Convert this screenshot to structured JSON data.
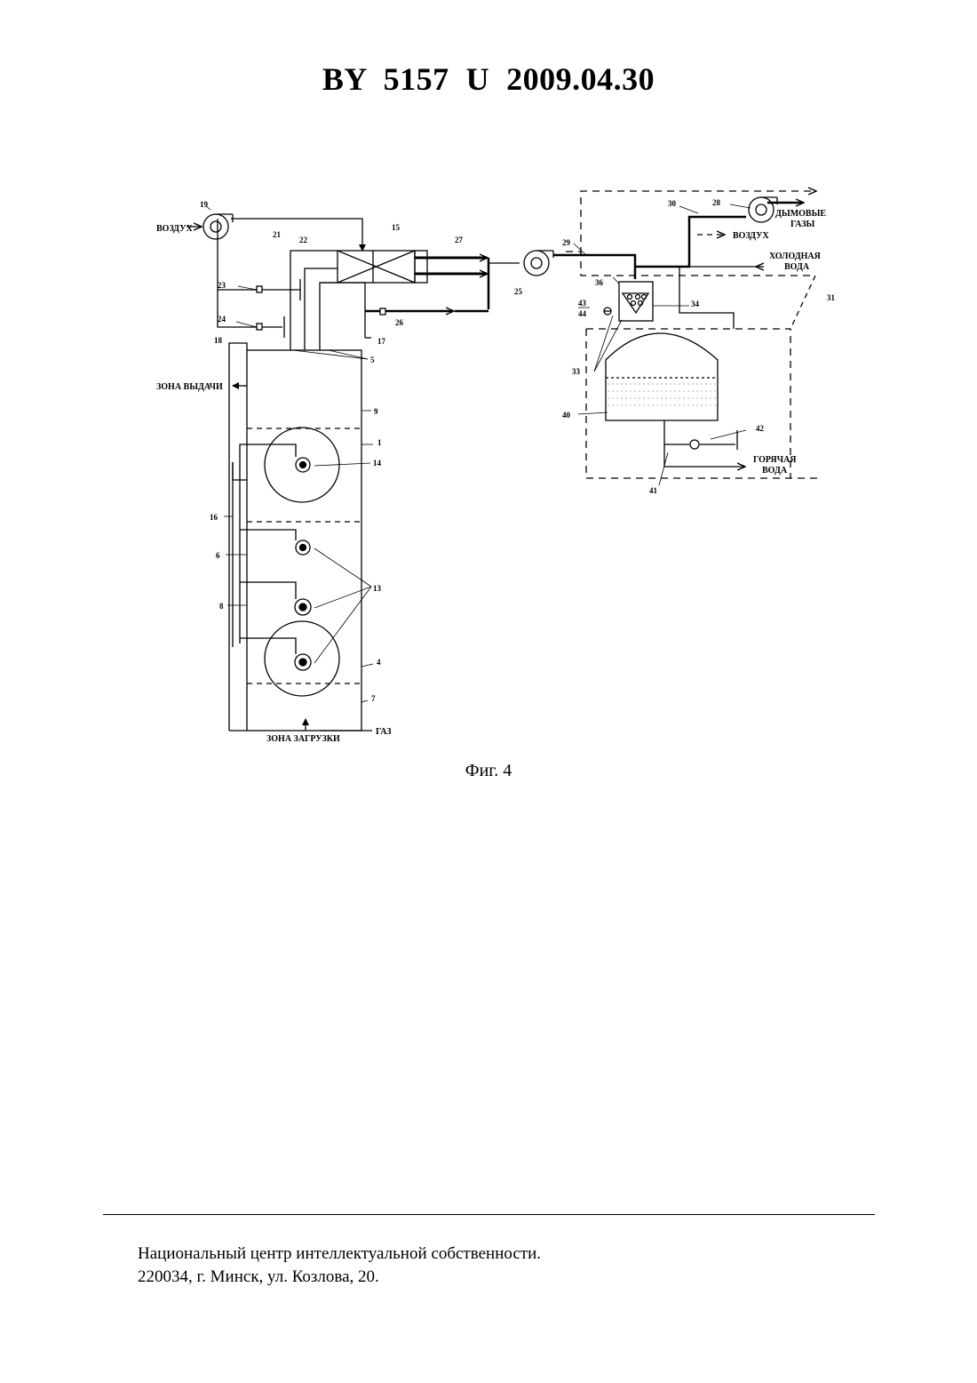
{
  "document": {
    "header": "BY  5157  U  2009.04.30",
    "caption": "Фиг. 4",
    "footer_line1": "Национальный центр интеллектуальной собственности.",
    "footer_line2": "220034, г. Минск, ул. Козлова, 20."
  },
  "figure": {
    "labels": {
      "vozduh_left": "ВОЗДУХ",
      "vozduh_right": "ВОЗДУХ",
      "zona_vydachi": "ЗОНА ВЫДАЧИ",
      "zona_zagruzki": "ЗОНА ЗАГРУЗКИ",
      "gaz": "ГАЗ",
      "dymovye1": "ДЫМОВЫЕ",
      "dymovye2": "ГАЗЫ",
      "holodnaya1": "ХОЛОДНАЯ",
      "holodnaya2": "ВОДА",
      "goryachaya1": "ГОРЯЧАЯ",
      "goryachaya2": "ВОДА"
    },
    "numbers": {
      "n1": "1",
      "n4": "4",
      "n5": "5",
      "n6": "6",
      "n7": "7",
      "n8": "8",
      "n9": "9",
      "n13": "13",
      "n14": "14",
      "n15": "15",
      "n16": "16",
      "n17": "17",
      "n18": "18",
      "n19": "19",
      "n21": "21",
      "n22": "22",
      "n23": "23",
      "n24": "24",
      "n25": "25",
      "n26": "26",
      "n27": "27",
      "n28": "28",
      "n29": "29",
      "n30": "30",
      "n31": "31",
      "n33": "33",
      "n34": "34",
      "n36": "36",
      "n40": "40",
      "n41": "41",
      "n42": "42",
      "n43": "43",
      "n44": "44"
    }
  }
}
